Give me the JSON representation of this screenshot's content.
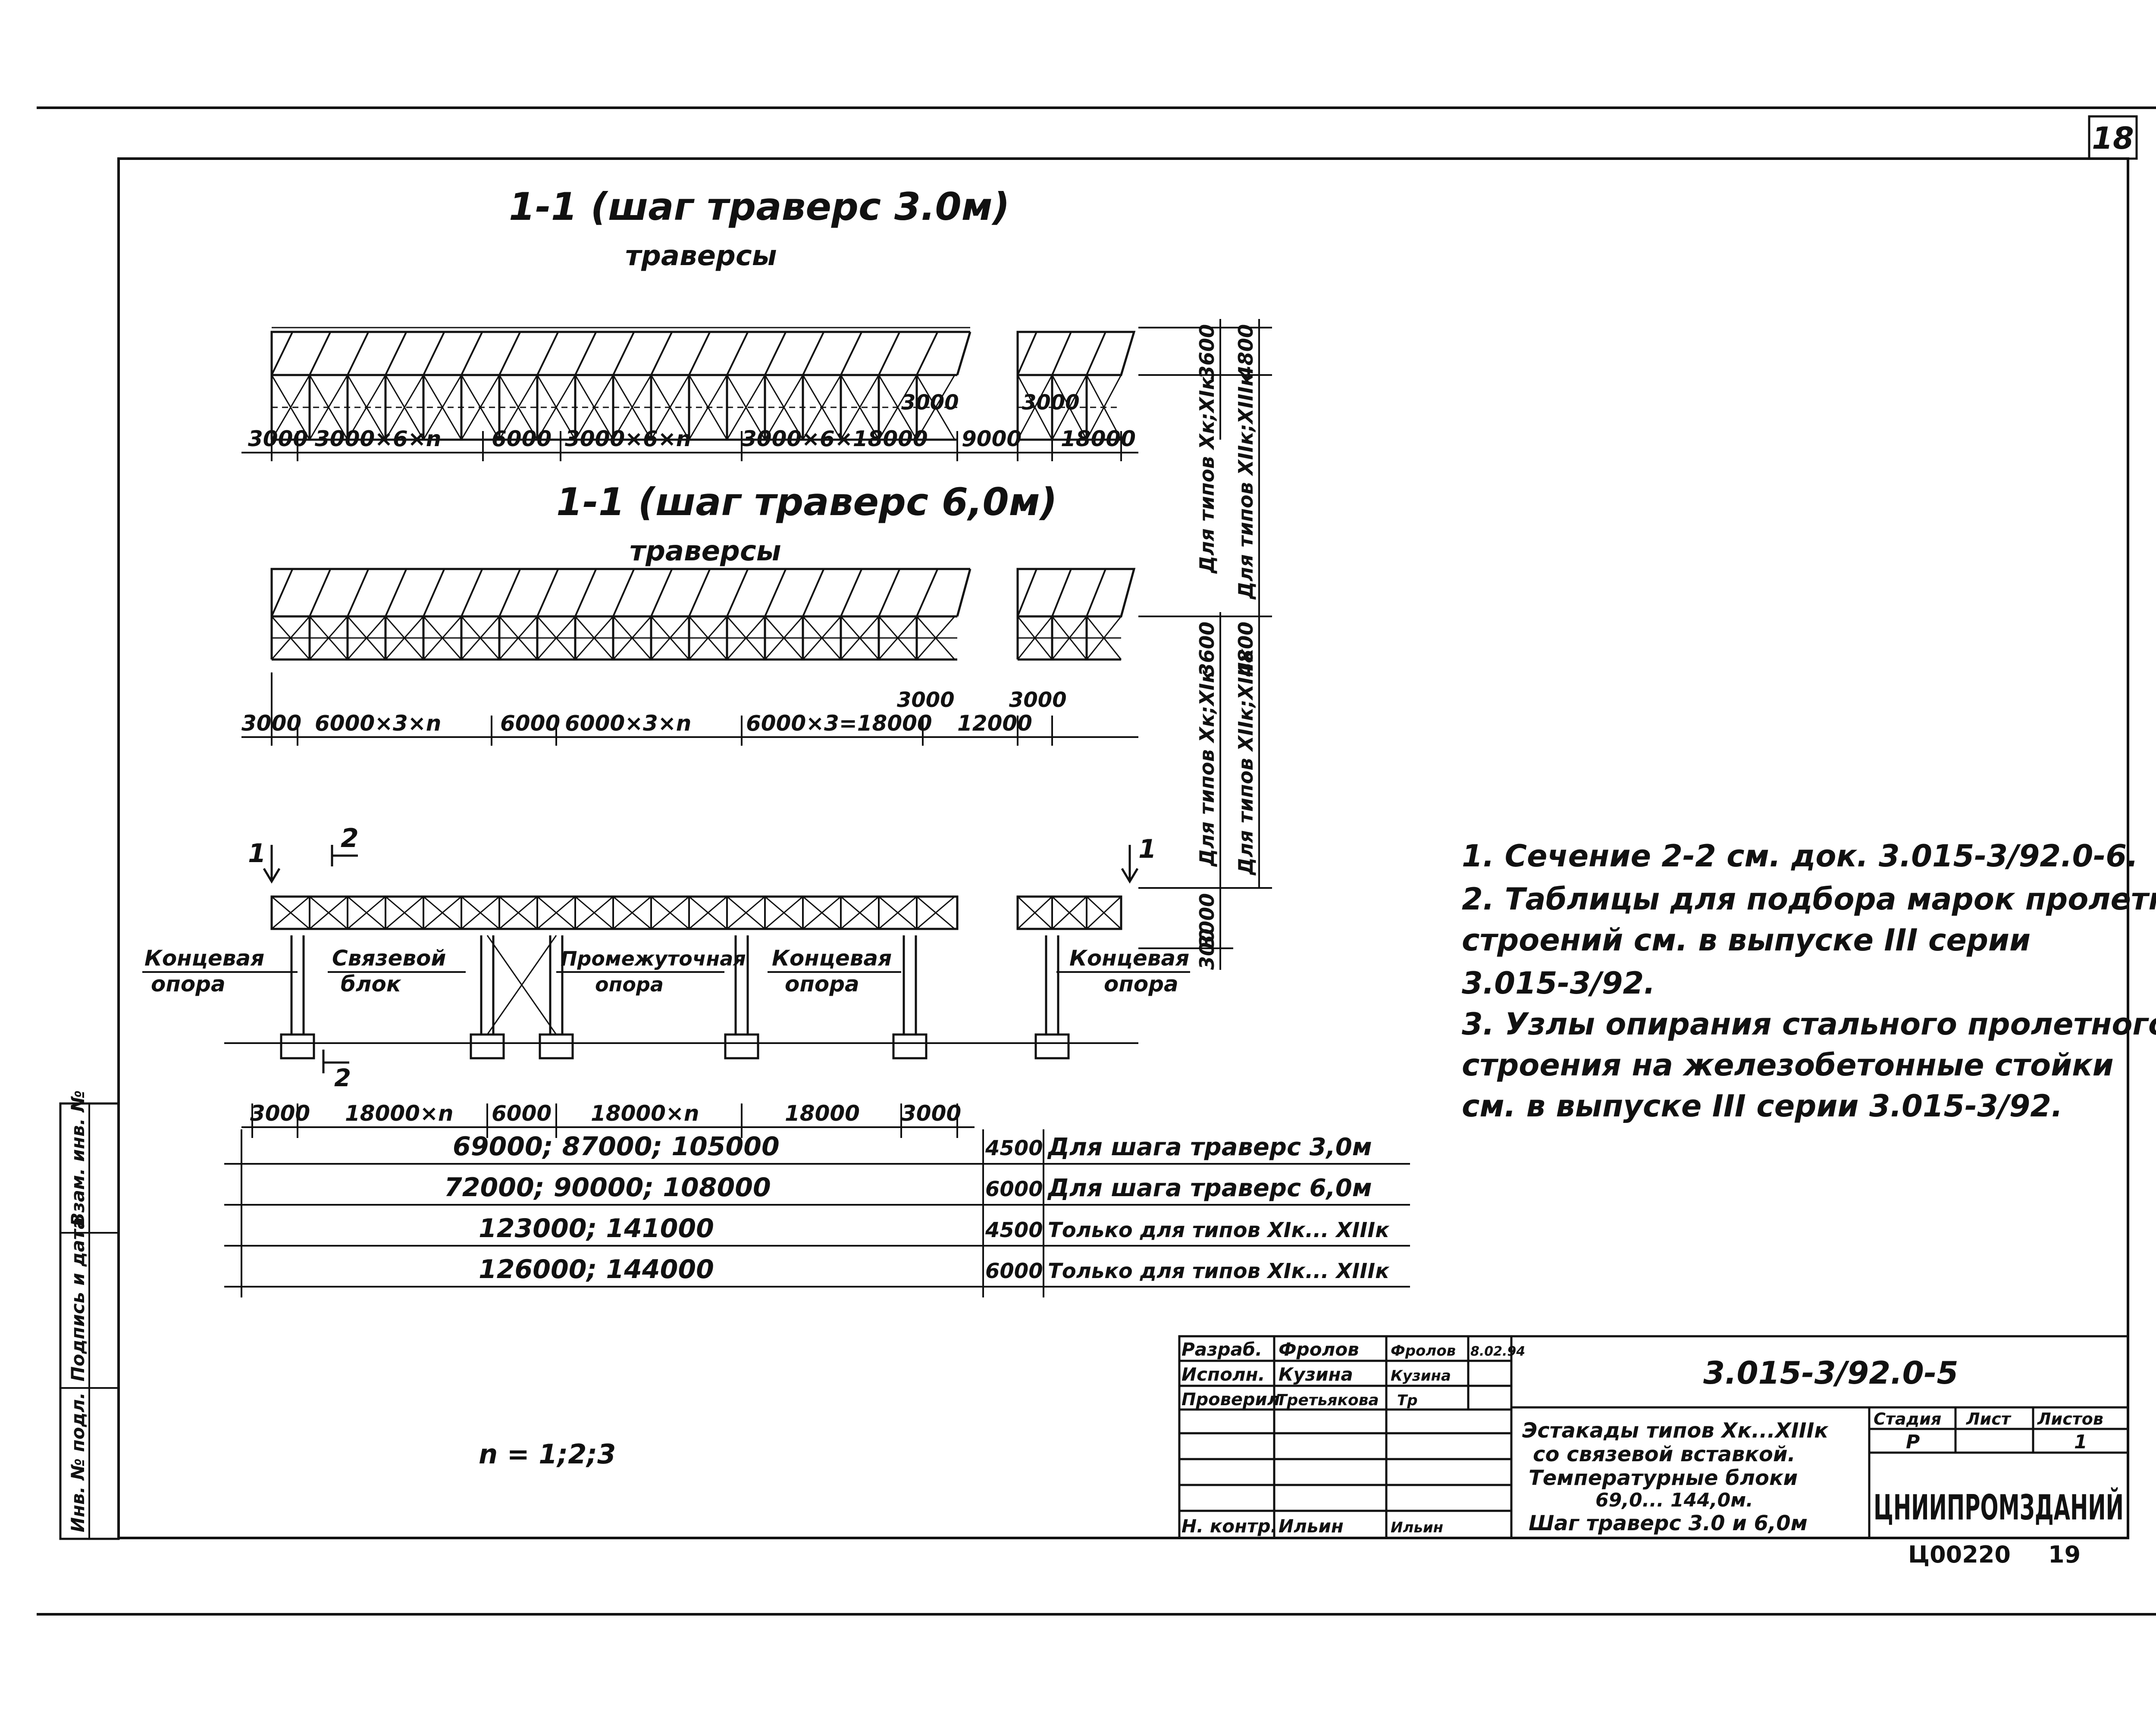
{
  "sheet_number": "18",
  "section_3m": {
    "title": "1-1 (шаг траверс 3.0м)",
    "subtitle": "траверсы",
    "dims": [
      "3000",
      "3000×6×n",
      "6000",
      "3000×6×n",
      "3000×6×18000",
      "9000",
      "18000"
    ],
    "dim_top_a": "3000",
    "dim_top_b": "3000",
    "height_a": "3600",
    "height_b": "4800",
    "vert_label_a": "Для типов Хк;ХIк",
    "vert_label_b": "Для типов ХIIк;ХIIIк"
  },
  "section_6m": {
    "title": "1-1 (шаг траверс 6,0м)",
    "subtitle": "траверсы",
    "dims": [
      "3000",
      "6000×3×n",
      "6000",
      "6000×3×n",
      "6000×3=18000",
      "12000"
    ],
    "dim_top_a": "3000",
    "dim_top_b": "3000",
    "height_a": "3600",
    "height_b": "4800",
    "vert_label_a": "Для типов Хк;ХIк",
    "vert_label_b": "Для типов ХIIк;ХIIIк"
  },
  "elevation": {
    "cut_1_left": "1",
    "cut_1_right": "1",
    "cut_2_top": "2",
    "cut_2_bottom": "2",
    "height_3000": "3000",
    "height_300": "300",
    "labels": [
      "Концевая опора",
      "Связевой блок",
      "Промежуточная опора",
      "Концевая опора",
      "Концевая опора"
    ],
    "dims": [
      "3000",
      "18000×n",
      "6000",
      "18000×n",
      "18000",
      "3000"
    ]
  },
  "length_table": [
    {
      "lengths": "69000; 87000; 105000",
      "dim": "4500",
      "note": "Для шага траверс 3,0м"
    },
    {
      "lengths": "72000; 90000; 108000",
      "dim": "6000",
      "note": "Для шага траверс 6,0м"
    },
    {
      "lengths": "123000; 141000",
      "dim": "4500",
      "note": "Только для типов ХIк... ХIIIк"
    },
    {
      "lengths": "126000; 144000",
      "dim": "6000",
      "note": "Только для типов ХIк... ХIIIк"
    }
  ],
  "n_formula": "n = 1;2;3",
  "notes": [
    "1. Сечение 2-2 см. док. 3.015-3/92.0-6.",
    "2. Таблицы для подбора марок пролетных",
    "строений см. в выпуске III серии",
    "3.015-3/92.",
    "3. Узлы опирания стального пролетного",
    "строения на железобетонные стойки",
    "см. в выпуске III серии 3.015-3/92."
  ],
  "left_strip": [
    "Инв. № подл.",
    "Подпись и дата",
    "Взам. инв. №"
  ],
  "title_block": {
    "roles": [
      {
        "role": "Разраб.",
        "name": "Фролов",
        "sign": "Фролов",
        "date": "8.02.94"
      },
      {
        "role": "Исполн.",
        "name": "Кузина",
        "sign": "Кузина",
        "date": ""
      },
      {
        "role": "Проверил",
        "name": "Третьякова",
        "sign": "Тр",
        "date": ""
      },
      {
        "role": "Н. контр.",
        "name": "Ильин",
        "sign": "Ильин",
        "date": ""
      }
    ],
    "doc_code": "3.015-3/92.0-5",
    "description": [
      "Эстакады типов Хк...ХIIIк",
      "со связевой вставкой.",
      "Температурные блоки",
      "69,0... 144,0м.",
      "Шаг траверс 3.0 и 6,0м"
    ],
    "stage_label": "Стадия",
    "sheet_label": "Лист",
    "sheets_label": "Листов",
    "stage_value": "Р",
    "sheet_value": "",
    "sheets_value": "1",
    "org": "ЦНИИПРОМЗДАНИЙ",
    "archive_no": "Ц00220",
    "page_no": "19"
  }
}
